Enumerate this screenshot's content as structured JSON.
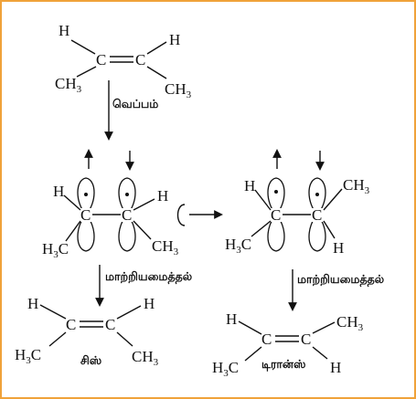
{
  "accent_color": "#f0a23a",
  "atoms": {
    "hydrogen": "H",
    "carbon": "C",
    "methyl_base": "CH",
    "methyl_sub": "3",
    "methyl_left_base": "H",
    "methyl_left_sub": "3",
    "methyl_left_c": "C"
  },
  "labels": {
    "heat": "வெப்பம்",
    "rotation_left": "மாற்றியமைத்தல்",
    "rotation_right": "மாற்றியமைத்தல்",
    "cis": "சிஸ்",
    "trans": "டிரான்ஸ்"
  }
}
